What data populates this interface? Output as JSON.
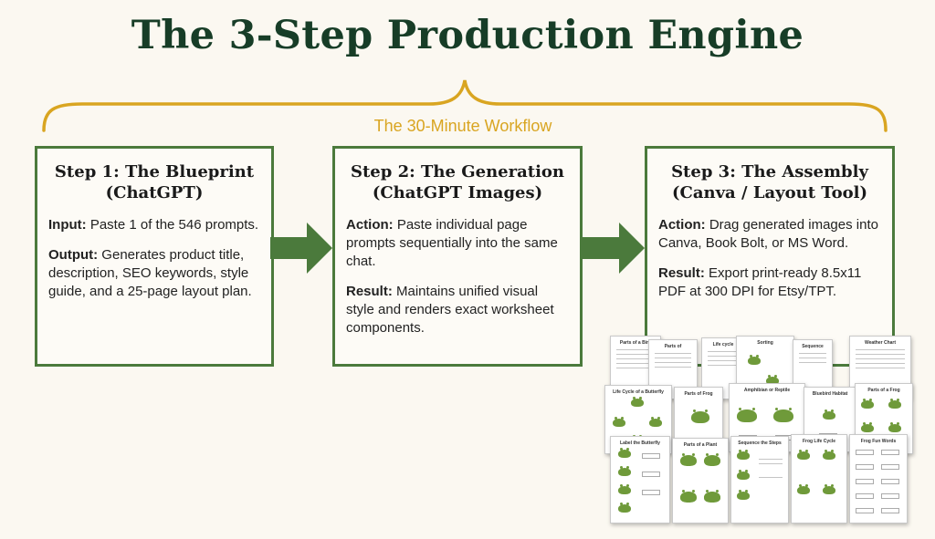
{
  "title": "The 3-Step Production Engine",
  "workflow_label": "The 30-Minute Workflow",
  "colors": {
    "title": "#173d27",
    "accent_gold": "#d9a521",
    "box_border": "#4b7a3c",
    "arrow": "#4b7a3c",
    "background": "#fbf8f1"
  },
  "steps": [
    {
      "title_line1": "Step 1: The Blueprint",
      "title_line2": "(ChatGPT)",
      "items": [
        {
          "label": "Input:",
          "text": " Paste 1 of the 546 prompts."
        },
        {
          "label": "Output:",
          "text": " Generates product title, description, SEO keywords, style guide, and a 25-page layout plan."
        }
      ]
    },
    {
      "title_line1": "Step 2: The Generation",
      "title_line2": "(ChatGPT Images)",
      "items": [
        {
          "label": "Action:",
          "text": " Paste individual page prompts sequentially into the same chat."
        },
        {
          "label": "Result:",
          "text": " Maintains unified visual style and renders exact worksheet components."
        }
      ]
    },
    {
      "title_line1": "Step 3: The Assembly",
      "title_line2": "(Canva / Layout Tool)",
      "items": [
        {
          "label": "Action:",
          "text": " Drag generated images into Canva, Book Bolt, or MS Word."
        },
        {
          "label": "Result:",
          "text": " Export print-ready 8.5x11 PDF at 300 DPI for Etsy/TPT."
        }
      ]
    }
  ],
  "worksheets": [
    "Parts of a Bird",
    "Parts of",
    "Life cycle",
    "Sorting",
    "Sequence",
    "Weather Chart",
    "Life Cycle of a Butterfly",
    "Parts of Frog",
    "Amphibian or Reptile",
    "Bluebird Habitat",
    "Parts of a Frog",
    "Label the Butterfly",
    "Parts of a Plant",
    "Sequence the Steps",
    "Frog Life Cycle",
    "Frog Fun Words"
  ]
}
